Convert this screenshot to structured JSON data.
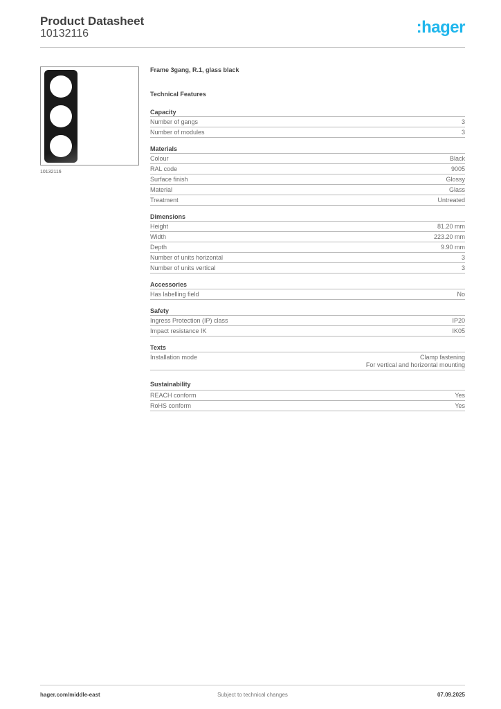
{
  "header": {
    "title": "Product Datasheet",
    "product_number": "10132116",
    "logo": ":hager",
    "brand_color": "#1fb6ec"
  },
  "product": {
    "image_caption": "10132116",
    "name": "Frame 3gang, R.1, glass black"
  },
  "technical_features_title": "Technical Features",
  "sections": [
    {
      "title": "Capacity",
      "rows": [
        {
          "label": "Number of gangs",
          "value": "3"
        },
        {
          "label": "Number of modules",
          "value": "3"
        }
      ]
    },
    {
      "title": "Materials",
      "rows": [
        {
          "label": "Colour",
          "value": "Black"
        },
        {
          "label": "RAL code",
          "value": "9005"
        },
        {
          "label": "Surface finish",
          "value": "Glossy"
        },
        {
          "label": "Material",
          "value": "Glass"
        },
        {
          "label": "Treatment",
          "value": "Untreated"
        }
      ]
    },
    {
      "title": "Dimensions",
      "rows": [
        {
          "label": "Height",
          "value": "81.20 mm"
        },
        {
          "label": "Width",
          "value": "223.20 mm"
        },
        {
          "label": "Depth",
          "value": "9.90 mm"
        },
        {
          "label": "Number of units horizontal",
          "value": "3"
        },
        {
          "label": "Number of units vertical",
          "value": "3"
        }
      ]
    },
    {
      "title": "Accessories",
      "rows": [
        {
          "label": "Has labelling field",
          "value": "No"
        }
      ]
    },
    {
      "title": "Safety",
      "rows": [
        {
          "label": "Ingress Protection (IP) class",
          "value": "IP20"
        },
        {
          "label": "Impact resistance IK",
          "value": "IK05"
        }
      ]
    },
    {
      "title": "Texts",
      "rows": [
        {
          "label": "Installation mode",
          "value": "Clamp fastening",
          "value2": "For vertical and horizontal mounting"
        }
      ]
    },
    {
      "title": "Sustainability",
      "rows": [
        {
          "label": "REACH conform",
          "value": "Yes"
        },
        {
          "label": "RoHS conform",
          "value": "Yes"
        }
      ]
    }
  ],
  "footer": {
    "website": "hager.com/middle-east",
    "notice": "Subject to technical changes",
    "date": "07.09.2025"
  }
}
